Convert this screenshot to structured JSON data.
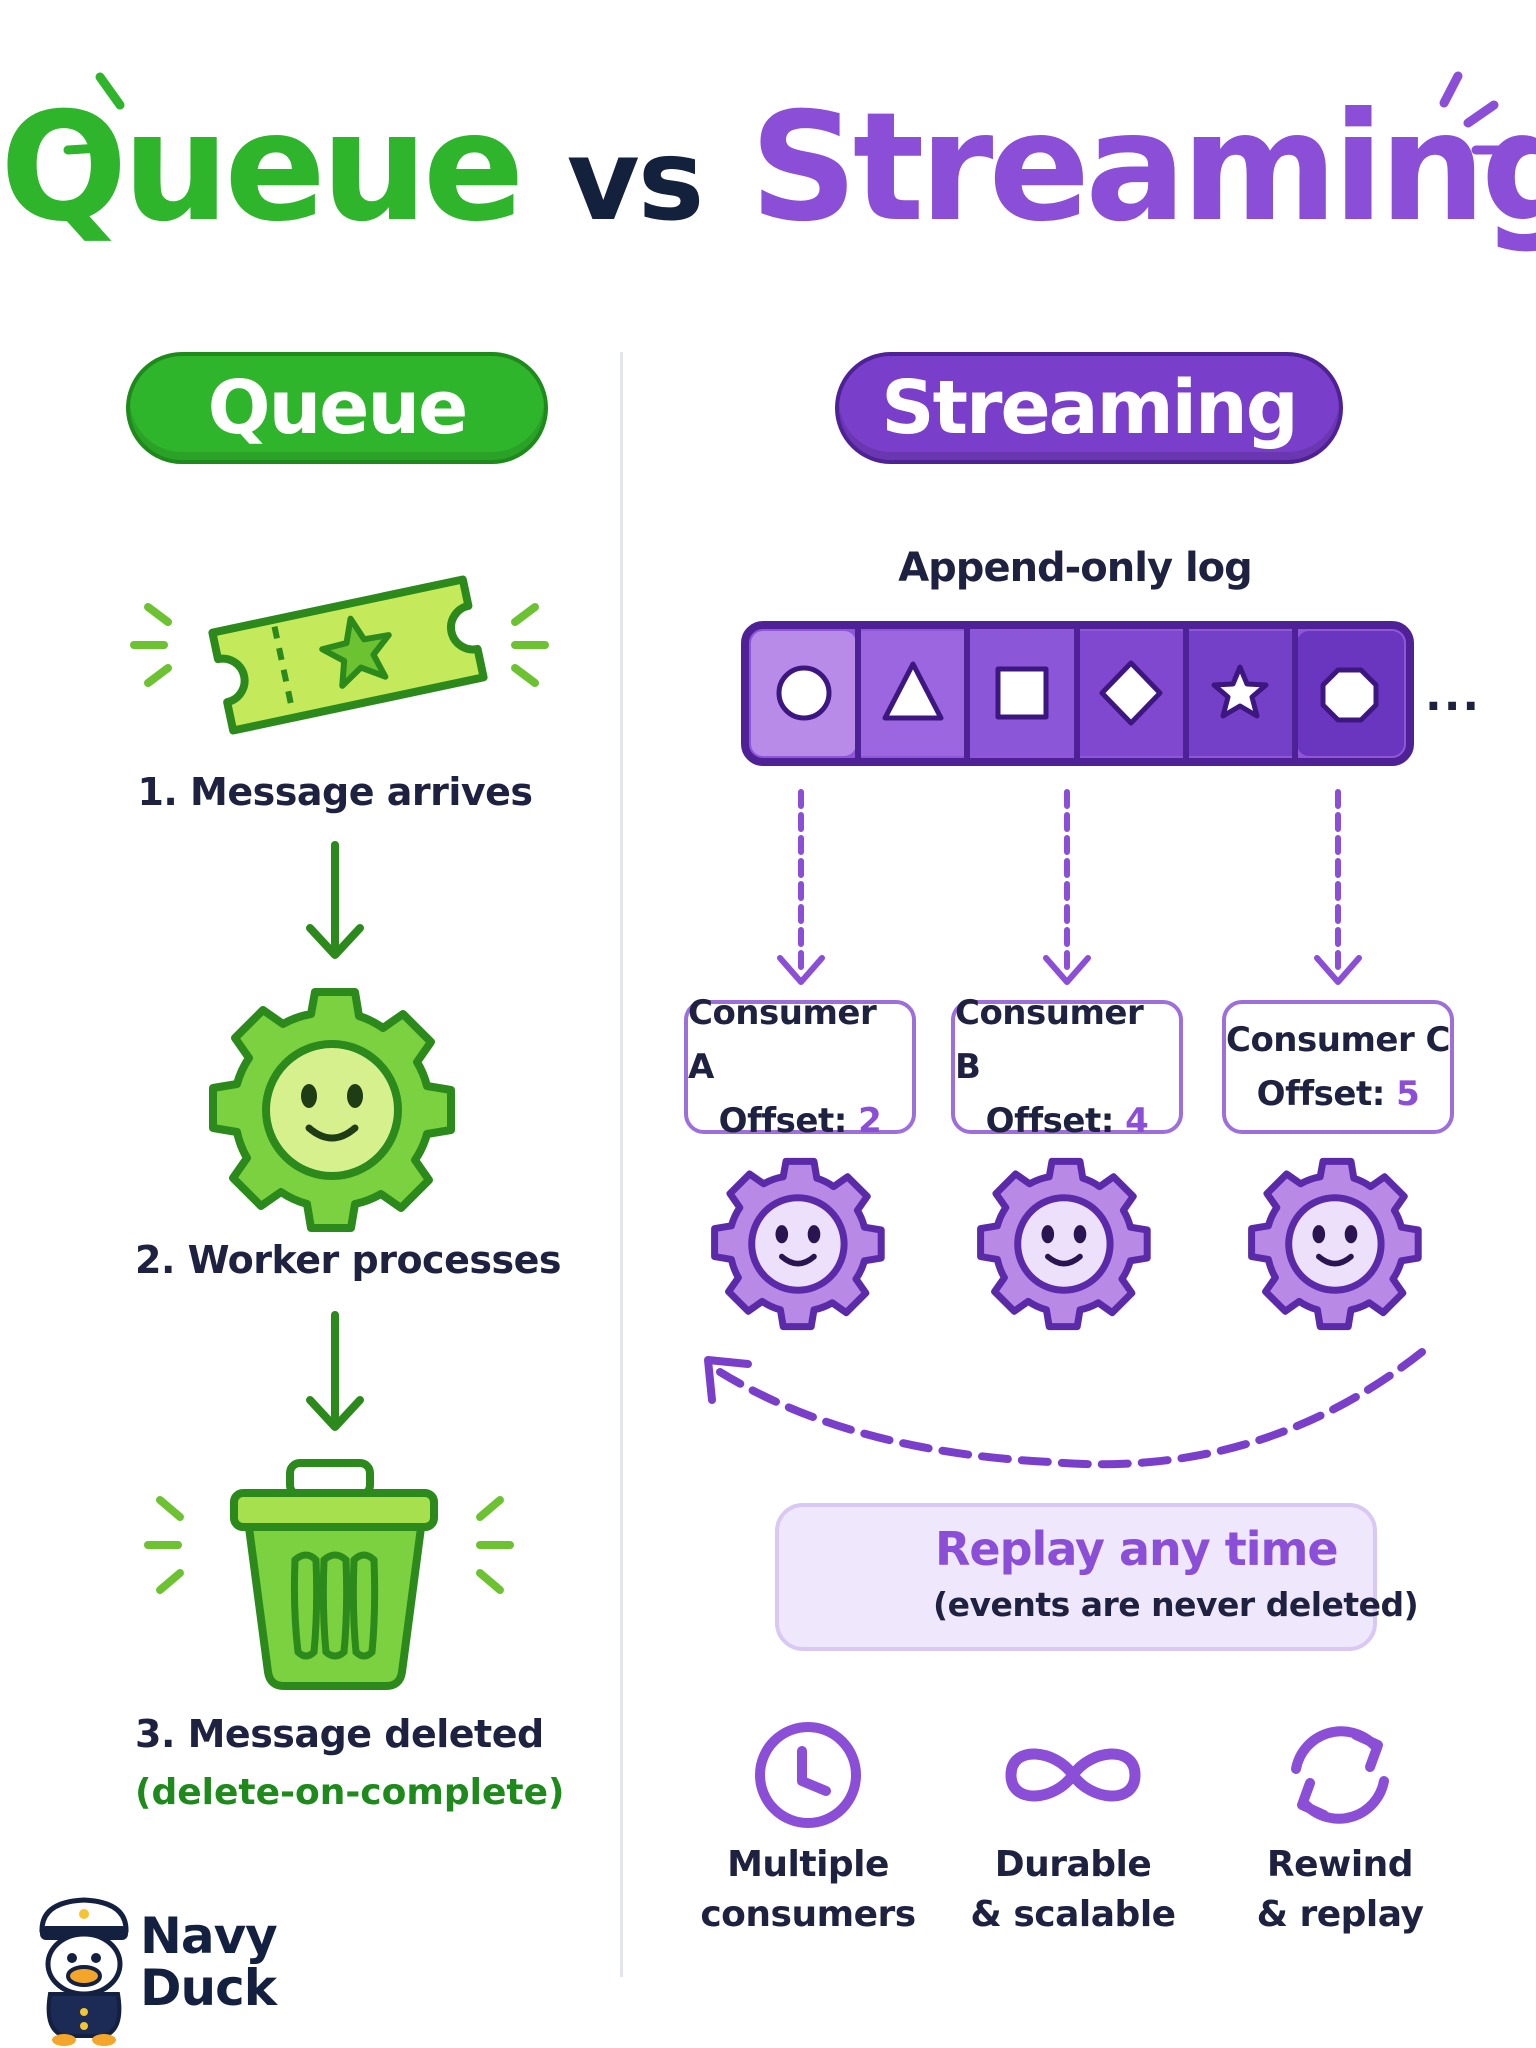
{
  "colors": {
    "green": "#2fb52c",
    "purple": "#8b4ed6",
    "purple_dark": "#7a3fca"
  },
  "title": {
    "queue": "Queue",
    "vs": "vs",
    "streaming": "Streaming"
  },
  "queue": {
    "header": "Queue",
    "steps": [
      {
        "label": "1. Message arrives",
        "icon": "ticket-icon"
      },
      {
        "label": "2. Worker processes",
        "icon": "gear-smiley-icon"
      },
      {
        "label": "3. Message deleted",
        "icon": "trash-bin-icon"
      }
    ],
    "deleted_note": "(delete-on-complete)"
  },
  "streaming": {
    "header": "Streaming",
    "log_title": "Append-only log",
    "log_cells": [
      "circle",
      "triangle",
      "square",
      "diamond",
      "star",
      "octagon"
    ],
    "ellipsis": "...",
    "consumers": [
      {
        "name": "Consumer A",
        "offset_label": "Offset:",
        "offset": "2"
      },
      {
        "name": "Consumer B",
        "offset_label": "Offset:",
        "offset": "4"
      },
      {
        "name": "Consumer C",
        "offset_label": "Offset:",
        "offset": "5"
      }
    ],
    "replay": {
      "title": "Replay any time",
      "subtitle": "(events are never deleted)"
    },
    "features": [
      {
        "line1": "Multiple",
        "line2": "consumers",
        "icon": "clock-icon"
      },
      {
        "line1": "Durable",
        "line2": "& scalable",
        "icon": "infinity-icon"
      },
      {
        "line1": "Rewind",
        "line2": "& replay",
        "icon": "refresh-icon"
      }
    ]
  },
  "brand": {
    "line1": "Navy",
    "line2": "Duck"
  }
}
